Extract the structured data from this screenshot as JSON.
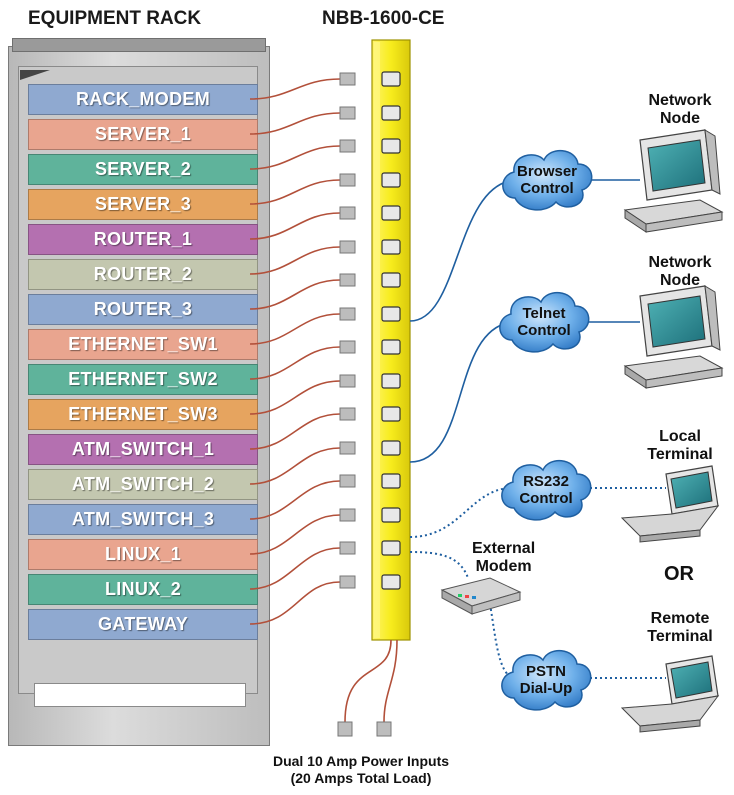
{
  "rack_title": "EQUIPMENT RACK",
  "pdu_title": "NBB-1600-CE",
  "rack_slots": [
    {
      "label": "RACK_MODEM",
      "color": "#8fa9d0"
    },
    {
      "label": "SERVER_1",
      "color": "#e9a58f"
    },
    {
      "label": "SERVER_2",
      "color": "#5fb39b"
    },
    {
      "label": "SERVER_3",
      "color": "#e6a45f"
    },
    {
      "label": "ROUTER_1",
      "color": "#b470b0"
    },
    {
      "label": "ROUTER_2",
      "color": "#c3c7af"
    },
    {
      "label": "ROUTER_3",
      "color": "#8fa9d0"
    },
    {
      "label": "ETHERNET_SW1",
      "color": "#e9a58f"
    },
    {
      "label": "ETHERNET_SW2",
      "color": "#5fb39b"
    },
    {
      "label": "ETHERNET_SW3",
      "color": "#e6a45f"
    },
    {
      "label": "ATM_SWITCH_1",
      "color": "#b470b0"
    },
    {
      "label": "ATM_SWITCH_2",
      "color": "#c3c7af"
    },
    {
      "label": "ATM_SWITCH_3",
      "color": "#8fa9d0"
    },
    {
      "label": "LINUX_1",
      "color": "#e9a58f"
    },
    {
      "label": "LINUX_2",
      "color": "#5fb39b"
    },
    {
      "label": "GATEWAY",
      "color": "#8fa9d0"
    }
  ],
  "clouds": {
    "browser": {
      "line1": "Browser",
      "line2": "Control"
    },
    "telnet": {
      "line1": "Telnet",
      "line2": "Control"
    },
    "rs232": {
      "line1": "RS232",
      "line2": "Control"
    },
    "pstn": {
      "line1": "PSTN",
      "line2": "Dial-Up"
    }
  },
  "nodes": {
    "network_node_1": {
      "line1": "Network",
      "line2": "Node"
    },
    "network_node_2": {
      "line1": "Network",
      "line2": "Node"
    },
    "local_terminal": {
      "line1": "Local",
      "line2": "Terminal"
    },
    "remote_terminal": {
      "line1": "Remote",
      "line2": "Terminal"
    }
  },
  "modem": {
    "line1": "External",
    "line2": "Modem"
  },
  "or_label": "OR",
  "footer": {
    "line1": "Dual 10 Amp Power Inputs",
    "line2": "(20 Amps Total Load)"
  },
  "colors": {
    "pdu_yellow": "#f7ec1c",
    "power_wire": "#b2503a",
    "network_wire": "#1f5fa0",
    "cloud": "#3f8fd6",
    "outlet_gray": "#bdbdbd"
  }
}
